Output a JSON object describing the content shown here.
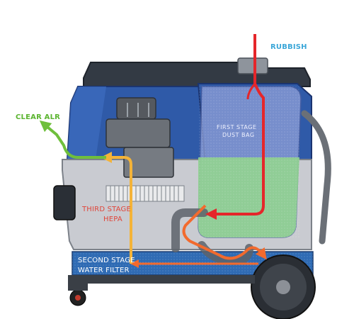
{
  "labels": {
    "rubbish": "RUBBISH",
    "clear_air": "CLEAR ALR",
    "first_stage_line1": "FIRST STAGE",
    "first_stage_line2": "DUST BAG",
    "third_stage_line1": "THIRD STAGE",
    "third_stage_line2": "HEPA",
    "second_stage_line1": "SECOND STAGE",
    "second_stage_line2": "WATER FILTER"
  },
  "colors": {
    "rubbish": "#3aa6d8",
    "clear_air": "#5cb531",
    "first_stage": "#d8dcef",
    "third_stage": "#e0463a",
    "second_stage": "#d8e6f2",
    "rubbish_arrow": "#e5262a",
    "clean_arrow": "#7cc242",
    "hepa_arrow": "#f4b338",
    "water_arrow": "#f26a2e"
  }
}
